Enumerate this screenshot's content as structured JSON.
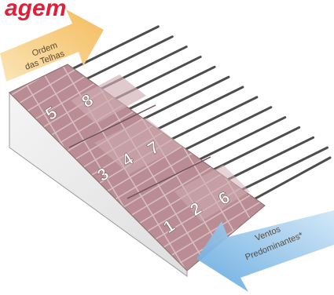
{
  "title_fragment": "agem",
  "order_arrow": {
    "line1": "Ordem",
    "line2": "das Telhas"
  },
  "wind_arrow": {
    "line1": "Ventos",
    "line2": "Predominantes*"
  },
  "tile_numbers": [
    "1",
    "2",
    "3",
    "4",
    "5",
    "6",
    "7",
    "8"
  ],
  "colors": {
    "roof": "#b98d93",
    "tile_grout": "#d9c1c3",
    "side_wall": "#ededed",
    "rods": "#4d4d4d",
    "order_arrow": "#f6c26a",
    "wind_arrow": "#7cb7e4",
    "title": "#e0203a"
  }
}
